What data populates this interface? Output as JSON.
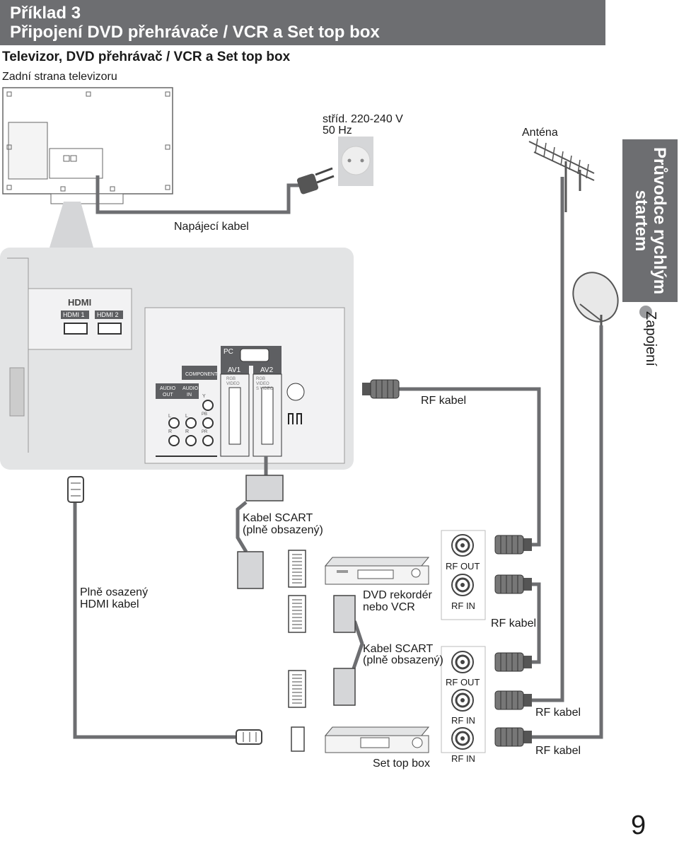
{
  "header": {
    "line1": "Příklad 3",
    "line2": "Připojení DVD přehrávače / VCR a Set top box"
  },
  "subtitle": "Televizor, DVD přehrávač / VCR a Set top box",
  "tv_back_label": "Zadní strana televizoru",
  "side_tab": {
    "title_line1": "Průvodce rychlým",
    "title_line2": "startem",
    "section": "Zapojení"
  },
  "power": {
    "voltage_line1": "stříd. 220-240 V",
    "voltage_line2": "50 Hz",
    "cable_label": "Napájecí kabel"
  },
  "antenna_label": "Anténa",
  "panel": {
    "hdmi_logo": "HDMI",
    "hdmi1": "HDMI 1",
    "hdmi2": "HDMI 2",
    "pc": "PC",
    "component": "COMPONENT",
    "audio_out_1": "AUDIO",
    "audio_out_2": "OUT",
    "audio_in_1": "AUDIO",
    "audio_in_2": "IN",
    "av1": "AV1",
    "av2": "AV2",
    "av1_sub1": "RGB",
    "av1_sub2": "VIDEO",
    "av2_sub1": "RGB",
    "av2_sub2": "VIDEO",
    "av2_sub3": "S VIDEO",
    "l": "L",
    "r": "R",
    "y": "Y",
    "pb": "PB",
    "pr": "PR"
  },
  "labels": {
    "rf_cable_top": "RF kabel",
    "scart_cable_1_line1": "Kabel SCART",
    "scart_cable_1_line2": "(plně obsazený)",
    "hdmi_cable_line1": "Plně osazený",
    "hdmi_cable_line2": "HDMI kabel",
    "dvd_line1": "DVD rekordér",
    "dvd_line2": "nebo VCR",
    "rf_out_1": "RF OUT",
    "rf_in_1": "RF IN",
    "rf_cable_mid": "RF kabel",
    "scart_cable_2_line1": "Kabel SCART",
    "scart_cable_2_line2": "(plně obsazený)",
    "rf_out_2": "RF OUT",
    "rf_in_2": "RF IN",
    "rf_cable_stb1": "RF kabel",
    "rf_in_3": "RF IN",
    "stb_label": "Set top box",
    "rf_cable_stb2": "RF kabel"
  },
  "page_number": "9",
  "colors": {
    "header_gray": "#6d6e71",
    "panel_gray": "#e3e4e5",
    "cable_gray": "#6d6e71",
    "dot_gray": "#9a9b9e"
  }
}
